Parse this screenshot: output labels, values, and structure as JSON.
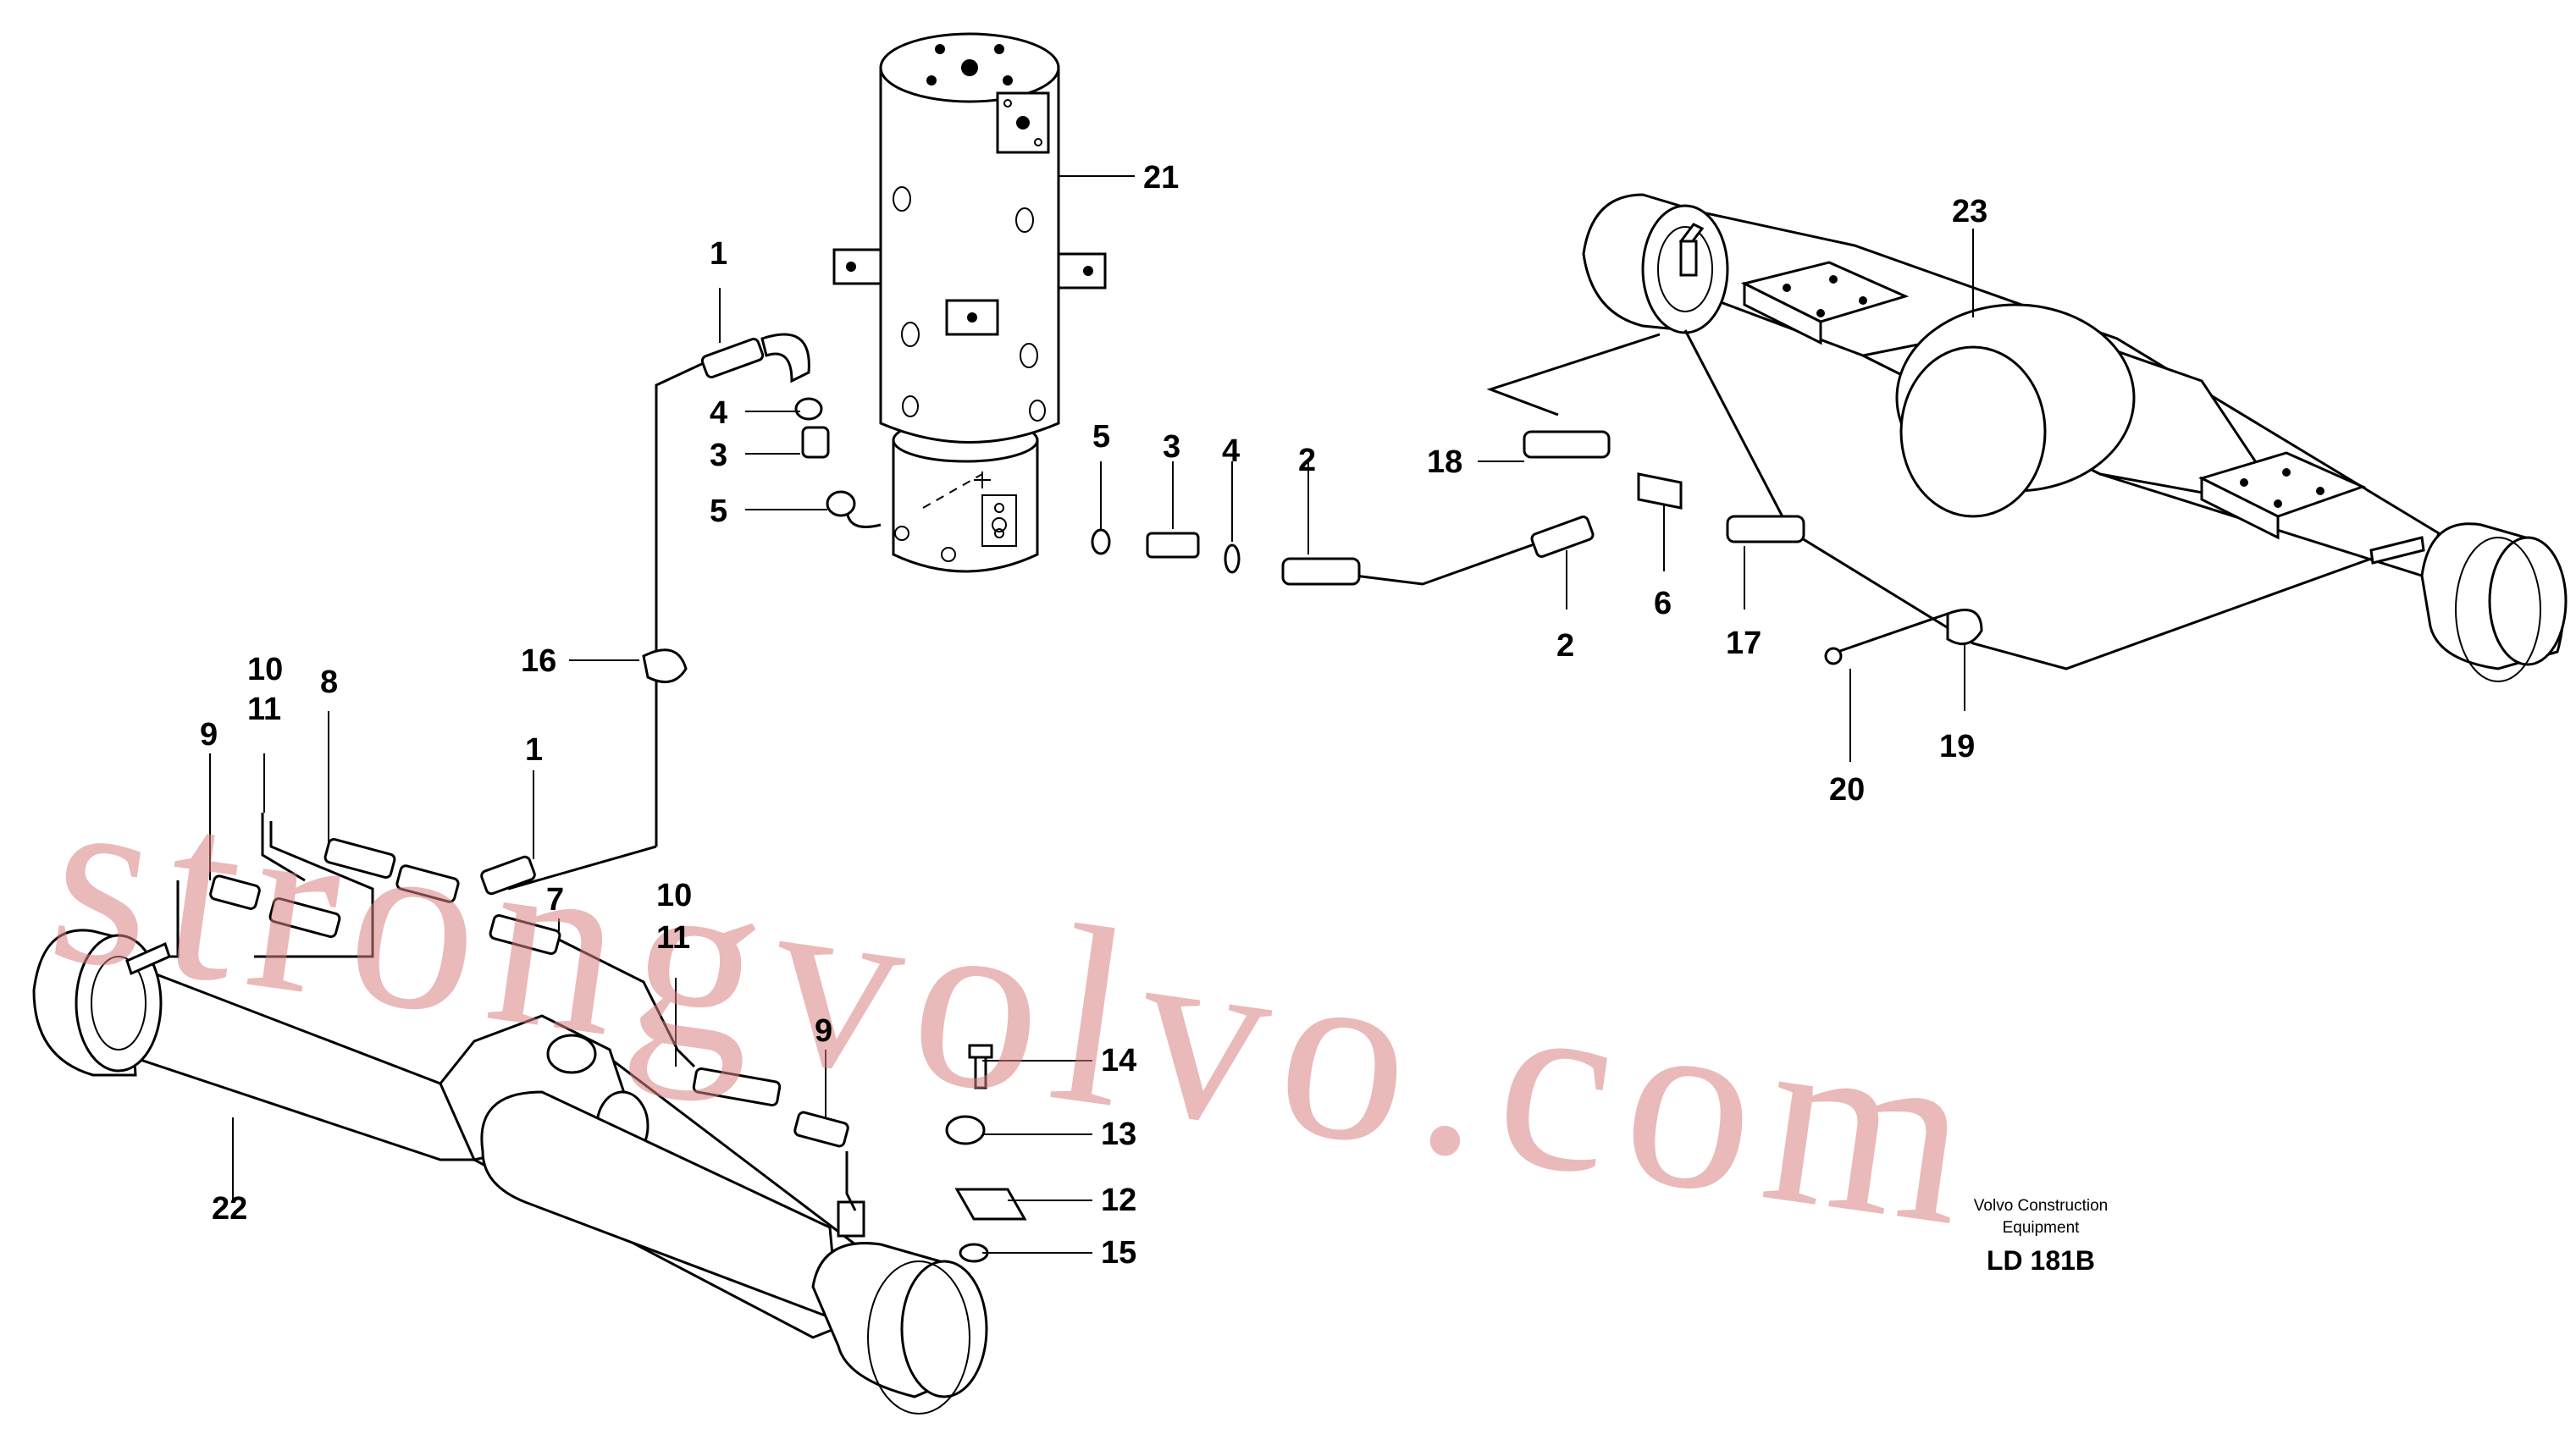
{
  "part_labels": {
    "p1a": "1",
    "p4a": "4",
    "p3a": "3",
    "p5a": "5",
    "p21": "21",
    "p5b": "5",
    "p3b": "3",
    "p4b": "4",
    "p2a": "2",
    "p23": "23",
    "p18": "18",
    "p2b": "2",
    "p6": "6",
    "p17": "17",
    "p19": "19",
    "p20": "20",
    "p16": "16",
    "p10a": "10",
    "p11a": "11",
    "p8": "8",
    "p9a": "9",
    "p1b": "1",
    "p7": "7",
    "p10b": "10",
    "p11b": "11",
    "p9b": "9",
    "p14": "14",
    "p13": "13",
    "p12": "12",
    "p15": "15",
    "p22": "22"
  },
  "caption": {
    "line1": "Volvo Construction",
    "line2": "Equipment",
    "drawing_number": "LD 181B"
  },
  "watermark": "strongvolvo.com",
  "colors": {
    "ink": "#000000",
    "background": "#ffffff",
    "watermark": "#d98080"
  }
}
